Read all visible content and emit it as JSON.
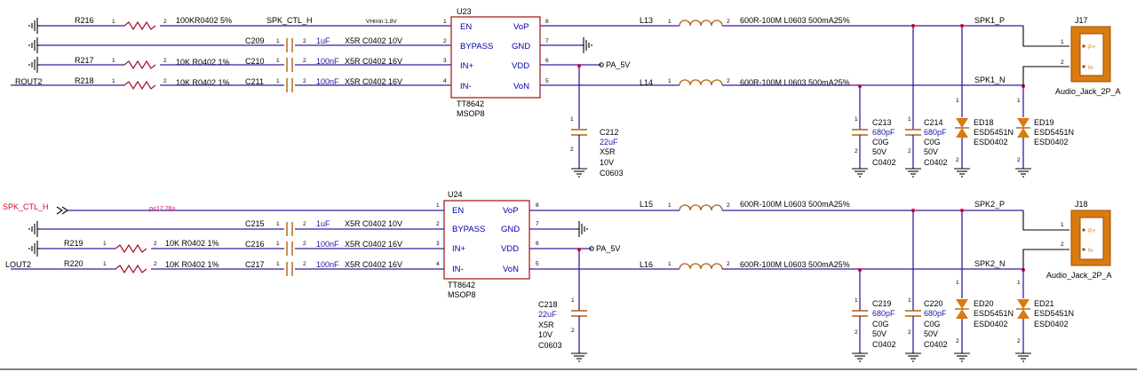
{
  "net_labels": {
    "spk_ctl_h": "SPK_CTL_H",
    "rout2": "ROUT2",
    "lout2": "LOUT2",
    "spk1_p": "SPK1_P",
    "spk1_n": "SPK1_N",
    "spk2_p": "SPK2_P",
    "spk2_n": "SPK2_N",
    "pa_5v": "PA_5V",
    "vhmin": "VHmin:1.8V",
    "port_ref": "p<17,26>"
  },
  "pin_numbers": {
    "one": "1",
    "two": "2",
    "three": "3",
    "four": "4",
    "five": "5",
    "six": "6",
    "seven": "7",
    "eight": "8"
  },
  "ic_pins": {
    "en": "EN",
    "bypass": "BYPASS",
    "in_p": "IN+",
    "in_n": "IN-",
    "vop": "VoP",
    "gnd": "GND",
    "vdd": "VDD",
    "von": "VoN"
  },
  "ic1": {
    "ref": "U23",
    "part": "TT8642",
    "package": "MSOP8"
  },
  "ic2": {
    "ref": "U24",
    "part": "TT8642",
    "package": "MSOP8"
  },
  "resistors": {
    "r216": {
      "ref": "R216",
      "value": "100KR0402 5%"
    },
    "r217": {
      "ref": "R217",
      "value": "10K R0402 1%"
    },
    "r218": {
      "ref": "R218",
      "value": "10K R0402 1%"
    },
    "r219": {
      "ref": "R219",
      "value": "10K R0402 1%"
    },
    "r220": {
      "ref": "R220",
      "value": "10K R0402 1%"
    }
  },
  "capacitors": {
    "c209": {
      "ref": "C209",
      "value": "1uF",
      "spec": "X5R C0402 10V"
    },
    "c210": {
      "ref": "C210",
      "value": "100nF",
      "spec": "X5R C0402 16V"
    },
    "c211": {
      "ref": "C211",
      "value": "100nF",
      "spec": "X5R C0402 16V"
    },
    "c215": {
      "ref": "C215",
      "value": "1uF",
      "spec": "X5R C0402 10V"
    },
    "c216": {
      "ref": "C216",
      "value": "100nF",
      "spec": "X5R C0402 16V"
    },
    "c217": {
      "ref": "C217",
      "value": "100nF",
      "spec": "X5R C0402 16V"
    },
    "c212": {
      "ref": "C212",
      "value": "22uF",
      "diel": "X5R",
      "volt": "10V",
      "pkg": "C0603"
    },
    "c218": {
      "ref": "C218",
      "value": "22uF",
      "diel": "X5R",
      "volt": "10V",
      "pkg": "C0603"
    },
    "c213": {
      "ref": "C213",
      "value": "680pF",
      "diel": "C0G",
      "volt": "50V",
      "pkg": "C0402"
    },
    "c214": {
      "ref": "C214",
      "value": "680pF",
      "diel": "C0G",
      "volt": "50V",
      "pkg": "C0402"
    },
    "c219": {
      "ref": "C219",
      "value": "680pF",
      "diel": "C0G",
      "volt": "50V",
      "pkg": "C0402"
    },
    "c220": {
      "ref": "C220",
      "value": "680pF",
      "diel": "C0G",
      "volt": "50V",
      "pkg": "C0402"
    }
  },
  "inductors": {
    "l13": {
      "ref": "L13",
      "value": "600R-100M L0603 500mA25%"
    },
    "l14": {
      "ref": "L14",
      "value": "600R-100M L0603 500mA25%"
    },
    "l15": {
      "ref": "L15",
      "value": "600R-100M L0603 500mA25%"
    },
    "l16": {
      "ref": "L16",
      "value": "600R-100M L0603 500mA25%"
    }
  },
  "diodes": {
    "ed18": {
      "ref": "ED18",
      "part": "ESD5451N",
      "pkg": "ESD0402"
    },
    "ed19": {
      "ref": "ED19",
      "part": "ESD5451N",
      "pkg": "ESD0402"
    },
    "ed20": {
      "ref": "ED20",
      "part": "ESD5451N",
      "pkg": "ESD0402"
    },
    "ed21": {
      "ref": "ED21",
      "part": "ESD5451N",
      "pkg": "ESD0402"
    }
  },
  "connectors": {
    "j17": {
      "ref": "J17",
      "part": "Audio_Jack_2P_A",
      "pin_p": "P+",
      "pin_n": "N-"
    },
    "j18": {
      "ref": "J18",
      "part": "Audio_Jack_2P_A",
      "pin_p": "P+",
      "pin_n": "N-"
    }
  },
  "colors": {
    "wire": "#3a1a9e",
    "part": "#b06010",
    "resistor": "#a0102a",
    "net_red": "#e0002a",
    "value_blue": "#1a1aa0"
  }
}
